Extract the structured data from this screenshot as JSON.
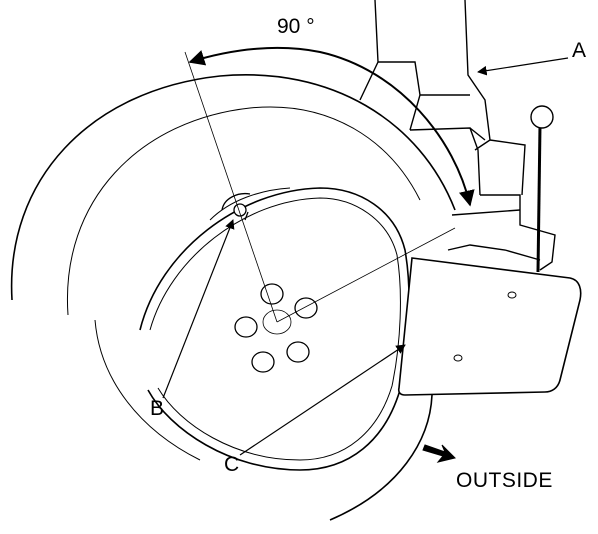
{
  "labels": {
    "angle": "90 °",
    "a": "A",
    "b": "B",
    "c": "C",
    "outside": "OUTSIDE"
  },
  "colors": {
    "line": "#000000",
    "background": "#ffffff",
    "shade": "#d8d8d8"
  }
}
